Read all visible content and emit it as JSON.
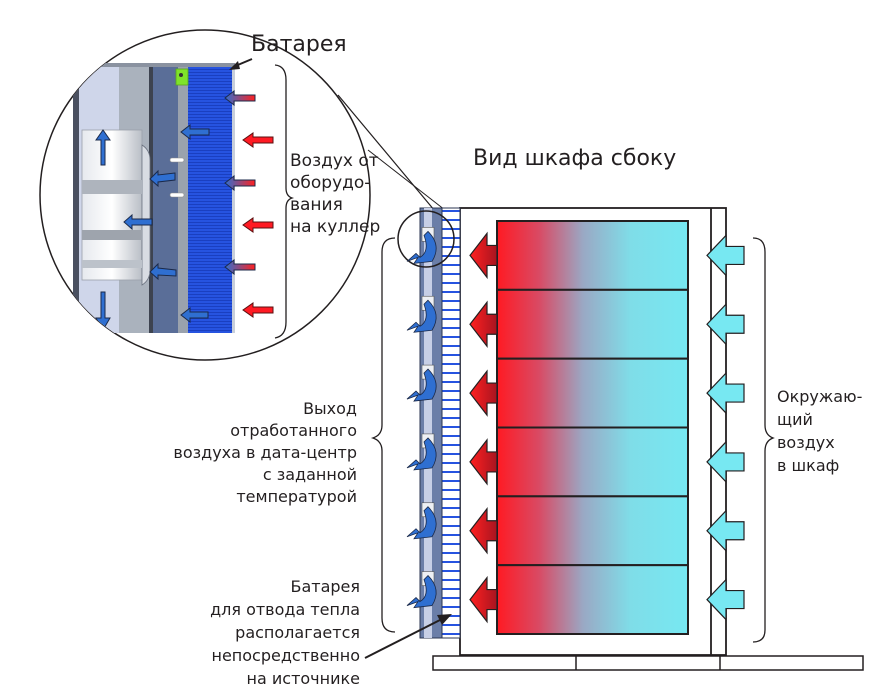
{
  "diagram": {
    "title": "Вид шкафа сбоку",
    "labels": {
      "battery_top": "Батарея",
      "air_from_equipment": "Воздух от\nоборудо-\nвания\nна куллер",
      "exhaust_air": "Выход\nотработанного\nвоздуха в дата-центр\nс заданной\nтемпературой",
      "battery_bottom": "Батарея\nдля отвода тепла\nрасполагается\nнепосредственно\nна источнике",
      "ambient_air": "Окружаю-\nщий\nвоздух\nв шкаф"
    },
    "server_count": 6,
    "colors": {
      "hot": "#ff1a23",
      "cold": "#77e8f2",
      "coil_blue": "#1f4fd8",
      "fan_arrow": "#2f6fd1",
      "outline": "#231f20",
      "green_marker": "#7fe32a"
    }
  }
}
